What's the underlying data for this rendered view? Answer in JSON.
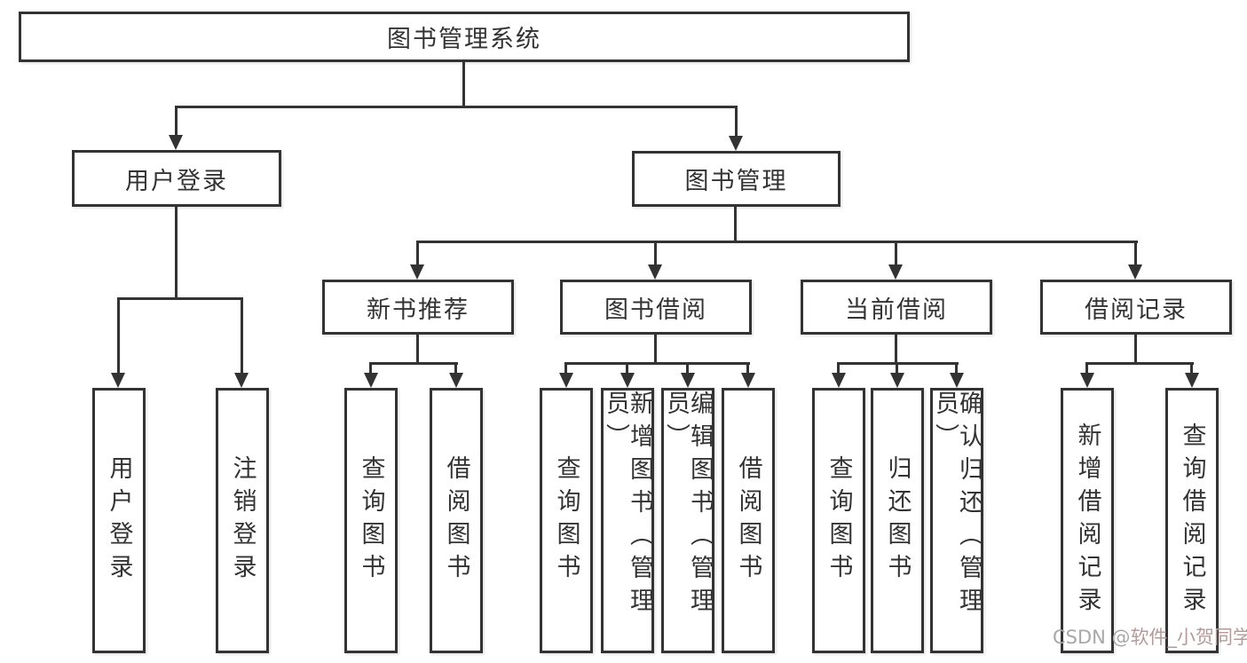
{
  "diagram": {
    "root": {
      "label": "图书管理系统"
    },
    "level2": [
      {
        "label": "用户登录"
      },
      {
        "label": "图书管理"
      }
    ],
    "level3": [
      {
        "label": "新书推荐"
      },
      {
        "label": "图书借阅"
      },
      {
        "label": "当前借阅"
      },
      {
        "label": "借阅记录"
      }
    ],
    "leaves": {
      "user_login": [
        "用户登录",
        "注销登录"
      ],
      "new_books": [
        "查询图书",
        "借阅图书"
      ],
      "book_borrow": [
        "查询图书",
        "新增图书（管理员）",
        "编辑图书（管理员）",
        "借阅图书"
      ],
      "current_borrow": [
        "查询图书",
        "归还图书",
        "确认归还（管理员）"
      ],
      "borrow_records": [
        "新增借阅记录",
        "查询借阅记录"
      ]
    }
  },
  "watermark": {
    "prefix": "CSDN @",
    "name": "软件_小贺同学"
  },
  "colors": {
    "line": "#333333",
    "text": "#333333",
    "background": "#ffffff",
    "watermark_gray": "#a8a8a8",
    "watermark_name": "#b59a9a"
  }
}
